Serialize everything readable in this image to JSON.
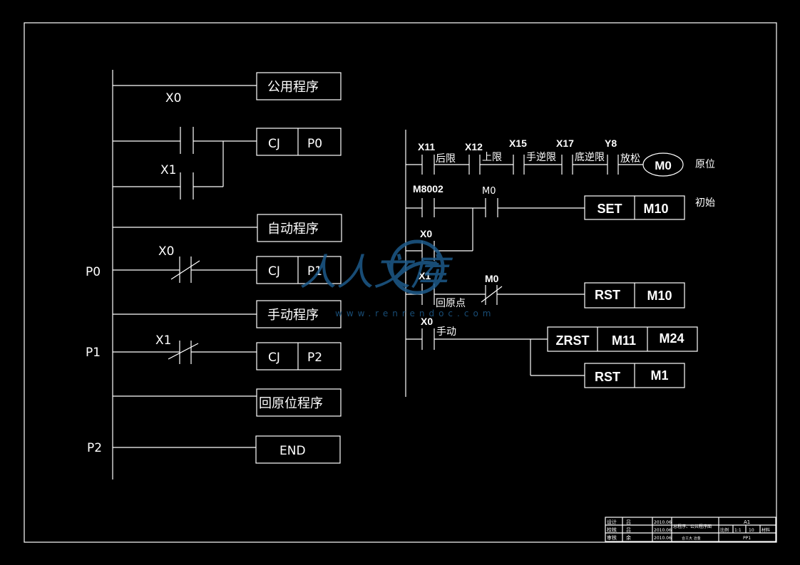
{
  "left_ladder": {
    "blocks": {
      "common_program": "公用程序",
      "auto_program": "自动程序",
      "manual_program": "手动程序",
      "home_program": "回原位程序",
      "end": "END"
    },
    "jumps": [
      {
        "cmd": "CJ",
        "target": "P0"
      },
      {
        "cmd": "CJ",
        "target": "P1"
      },
      {
        "cmd": "CJ",
        "target": "P2"
      }
    ],
    "contacts": {
      "x0_top": "X0",
      "x1_top": "X1",
      "x0_nc": "X0",
      "x1_nc": "X1"
    },
    "pointers": {
      "p0": "P0",
      "p1": "P1",
      "p2": "P2"
    }
  },
  "right_ladder": {
    "row1_contacts": [
      {
        "addr": "X11",
        "label": "后限"
      },
      {
        "addr": "X12",
        "label": "上限"
      },
      {
        "addr": "X15",
        "label": "手逆限"
      },
      {
        "addr": "X17",
        "label": "底逆限"
      },
      {
        "addr": "Y8",
        "label": "放松"
      }
    ],
    "coil": "M0",
    "coil_note": "原位",
    "row2": {
      "contact1": "M8002",
      "contact2": "M0",
      "cmd": "SET",
      "operand": "M10",
      "note": "初始"
    },
    "row3": {
      "contact": "X0"
    },
    "row4": {
      "contact": "X1",
      "contact_label": "回原点",
      "contact2": "M0",
      "cmd": "RST",
      "operand": "M10"
    },
    "row5": {
      "contact": "X0",
      "contact_label": "手动",
      "cmd": "ZRST",
      "op1": "M11",
      "op2": "M24"
    },
    "row6": {
      "cmd": "RST",
      "operand": "M1"
    }
  },
  "watermark": {
    "text": "人人文库",
    "url": "www.renrendoc.com"
  },
  "title_block": {
    "r1": [
      "设计",
      "吕",
      "2010.06"
    ],
    "r2": [
      "校核",
      "吕",
      "2010.06"
    ],
    "r3": [
      "审核",
      "余",
      "2010.06"
    ],
    "drawing_title": "总程序、公共程序图",
    "size": "A1",
    "scale_label": "比例",
    "scale_value": "1:1",
    "sheet": "10",
    "sheet_label": "材料",
    "school": "合工大 冶金",
    "code": "PP1"
  }
}
